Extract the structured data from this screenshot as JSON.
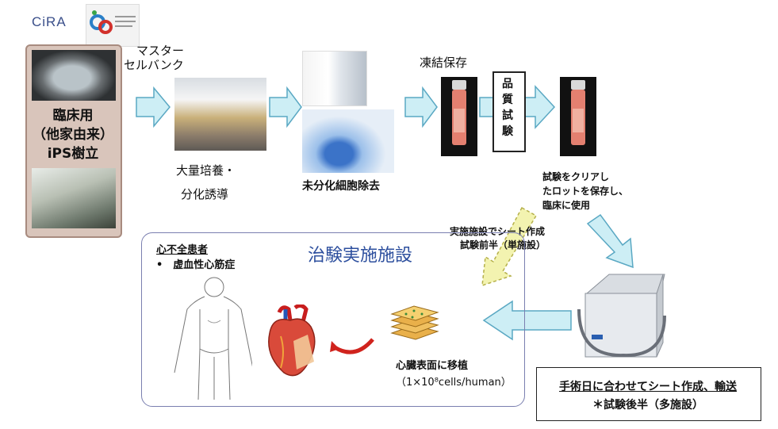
{
  "header": {
    "logo_text": "CiRA"
  },
  "source": {
    "label_lines": [
      "臨床用",
      "（他家由来）",
      "iPS樹立"
    ]
  },
  "steps": {
    "master_cell_bank": [
      "マスター",
      "セルバンク"
    ],
    "mass_culture": [
      "大量培養・",
      "分化誘導"
    ],
    "remove_undiff": "未分化細胞除去",
    "cryo": "凍結保存",
    "qc": [
      "品",
      "質",
      "試",
      "験"
    ]
  },
  "qc_note": [
    "試験をクリアし",
    "たロットを保存し、",
    "臨床に使用"
  ],
  "site_note": [
    "実施施設でシート作成",
    "試験前半（単施設）"
  ],
  "clinic": {
    "title": "治験実施施設",
    "patient_label": "心不全患者",
    "disease": "•　虚血性心筋症",
    "transplant_label": "心臓表面に移植",
    "cells_label": "（1×10⁸cells/human）"
  },
  "shipping": {
    "line1": "手術日に合わせてシート作成、輸送",
    "line2": "＊試験後半（多施設）"
  },
  "colors": {
    "arrow_fill": "#cdeef5",
    "arrow_stroke": "#5aa8c3",
    "dashed_fill": "#f3f3b0",
    "clinic_title": "#2d4f9e"
  },
  "icons": [
    "cira-logo",
    "flow-arrow",
    "heart-icon",
    "cell-sheet-icon",
    "transport-box-icon",
    "human-body-icon"
  ]
}
